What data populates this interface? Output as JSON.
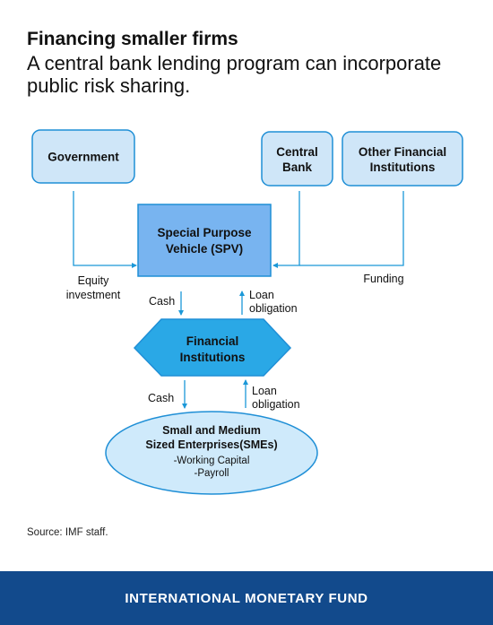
{
  "header": {
    "title": "Financing smaller firms",
    "subtitle": "A central bank lending program can incorporate public risk sharing."
  },
  "diagram": {
    "nodes": {
      "government": [
        "Government"
      ],
      "central_bank": [
        "Central",
        "Bank"
      ],
      "other_financial": [
        "Other Financial",
        "Institutions"
      ],
      "spv": [
        "Special Purpose",
        "Vehicle (SPV)"
      ],
      "financial_institutions": [
        "Financial",
        "Institutions"
      ],
      "smes": [
        "Small and Medium",
        "Sized Enterprises(SMEs)"
      ],
      "smes_uses": [
        "-Working Capital",
        "-Payroll"
      ]
    },
    "labels": {
      "equity": [
        "Equity",
        "investment"
      ],
      "funding": "Funding",
      "cash_top": "Cash",
      "loan_top": [
        "Loan",
        "obligation"
      ],
      "cash_bottom": "Cash",
      "loan_bottom": [
        "Loan",
        "obligation"
      ]
    },
    "colors": {
      "light_fill": "#cfe6f8",
      "spv_fill": "#78b4f0",
      "hex_fill": "#2aa8e6",
      "ellipse_fill": "#cfeafb",
      "border": "#1f8fd6",
      "arrow": "#1b98d8"
    }
  },
  "source": "Source: IMF staff.",
  "footer": "INTERNATIONAL MONETARY FUND"
}
